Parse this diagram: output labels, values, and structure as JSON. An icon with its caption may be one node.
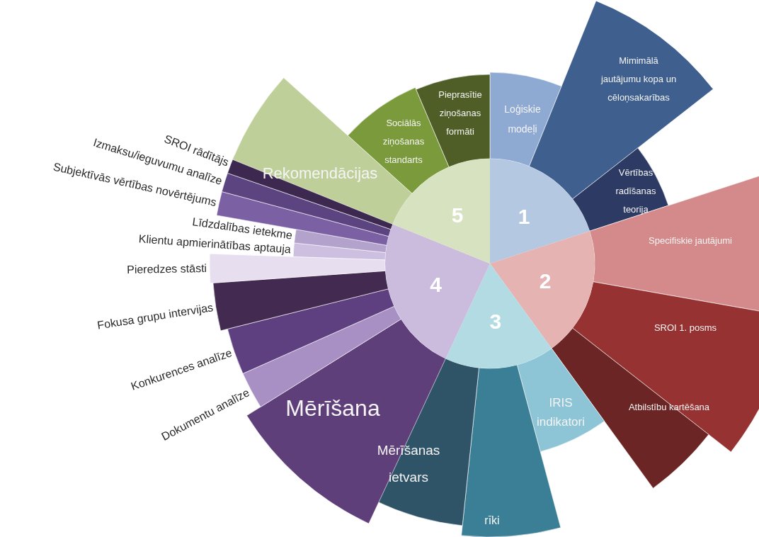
{
  "diagram": {
    "nodes": [
      {
        "text": [
          "1"
        ]
      },
      {
        "text": [
          "2"
        ]
      },
      {
        "text": [
          "3"
        ]
      },
      {
        "text": [
          "4"
        ]
      },
      {
        "text": [
          "5"
        ]
      },
      {
        "text": [
          "Loģiskie modeļi"
        ]
      },
      {
        "text": [
          "Mimimālā jautājumu kopa un cēloņsakarības"
        ]
      },
      {
        "text": [
          "Vērtības radīšanas teorija"
        ]
      },
      {
        "text": [
          "Specifiskie jautājumi"
        ]
      },
      {
        "text": [
          "SROI 1. posms"
        ]
      },
      {
        "text": [
          "Atbilstību kartēšana"
        ]
      },
      {
        "text": [
          "IRIS indikatori"
        ]
      },
      {
        "text": [
          "rīki"
        ]
      },
      {
        "text": [
          "Mērīšanas ietvars"
        ]
      },
      {
        "text": [
          "Mērīšana"
        ]
      },
      {
        "text": [
          "Dokumentu analīze"
        ]
      },
      {
        "text": [
          "Konkurences analīze"
        ]
      },
      {
        "text": [
          "Fokusa grupu intervijas"
        ]
      },
      {
        "text": [
          "Pieredzes stāsti"
        ]
      },
      {
        "text": [
          "Klientu apmierinātības aptauja"
        ]
      },
      {
        "text": [
          "Līdzdalības ietekme"
        ]
      },
      {
        "text": [
          "Subjektīvās vērtības novērtējums"
        ]
      },
      {
        "text": [
          "Izmaksu/ieguvumu analīze"
        ]
      },
      {
        "text": [
          "SROI rādītājs"
        ]
      },
      {
        "text": [
          "Rekomendācijas"
        ]
      },
      {
        "text": [
          "Sociālās ziņošanas standarts"
        ]
      },
      {
        "text": [
          "Pieprasītie ziņošanas formāti"
        ]
      }
    ]
  }
}
